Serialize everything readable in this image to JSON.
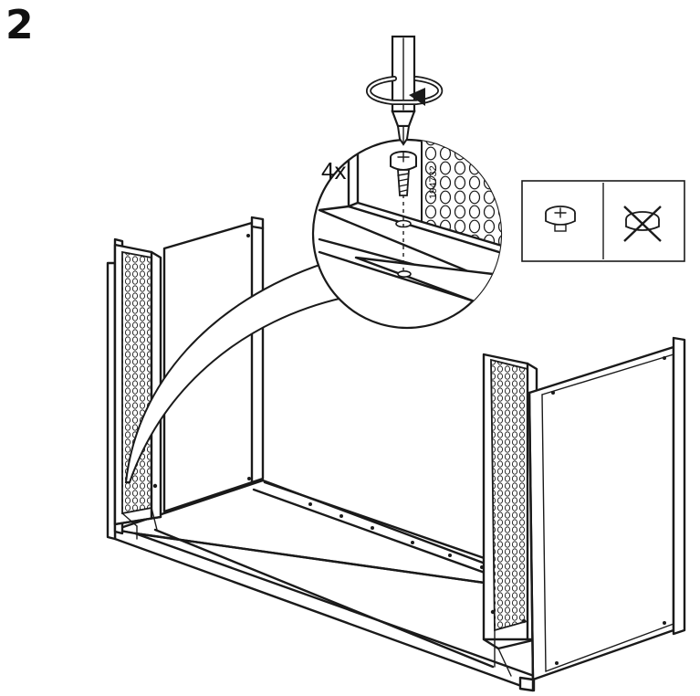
{
  "step": {
    "number": "2"
  },
  "detail": {
    "quantity": "4x",
    "part_number": "194732"
  },
  "legend": {
    "correct": "screw-head-flush",
    "incorrect": "screw-head-crossed-out"
  },
  "colors": {
    "ink": "#1a1a1a",
    "background": "#ffffff"
  }
}
